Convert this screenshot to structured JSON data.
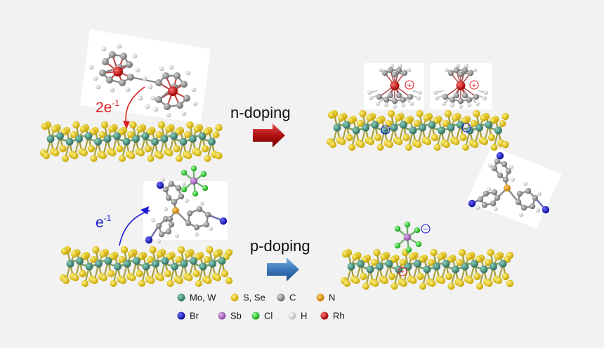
{
  "labels": {
    "n_doping": "n-doping",
    "p_doping": "p-doping",
    "two_electron_base": "2e",
    "two_electron_sup": "-1",
    "one_electron_base": "e",
    "one_electron_sup": "-1",
    "plus": "+",
    "minus": "−"
  },
  "legend": {
    "items": [
      {
        "label": "Mo, W",
        "color": "#3b7f6e"
      },
      {
        "label": "S, Se",
        "color": "#e0c000"
      },
      {
        "label": "C",
        "color": "#8c8c8c"
      },
      {
        "label": "N",
        "color": "#f0a000"
      },
      {
        "label": "Br",
        "color": "#1a1ad0"
      },
      {
        "label": "Sb",
        "color": "#b070c8"
      },
      {
        "label": "Cl",
        "color": "#30d030"
      },
      {
        "label": "H",
        "color": "#e0e0e0"
      },
      {
        "label": "Rh",
        "color": "#d01010"
      }
    ]
  },
  "colors": {
    "metal": "#3b7f6e",
    "chalcogen": "#e0c000",
    "carbon": "#8c8c8c",
    "hydrogen": "#e6e6e6",
    "rhodium": "#d01010",
    "bromine": "#1a1ad0",
    "nitrogen": "#f0a000",
    "antimony": "#b070c8",
    "chlorine": "#30d030",
    "n_arrow": "#b01010",
    "p_arrow": "#3a78b8",
    "two_e_label": "#e02020",
    "e_label": "#1a1ad0"
  }
}
